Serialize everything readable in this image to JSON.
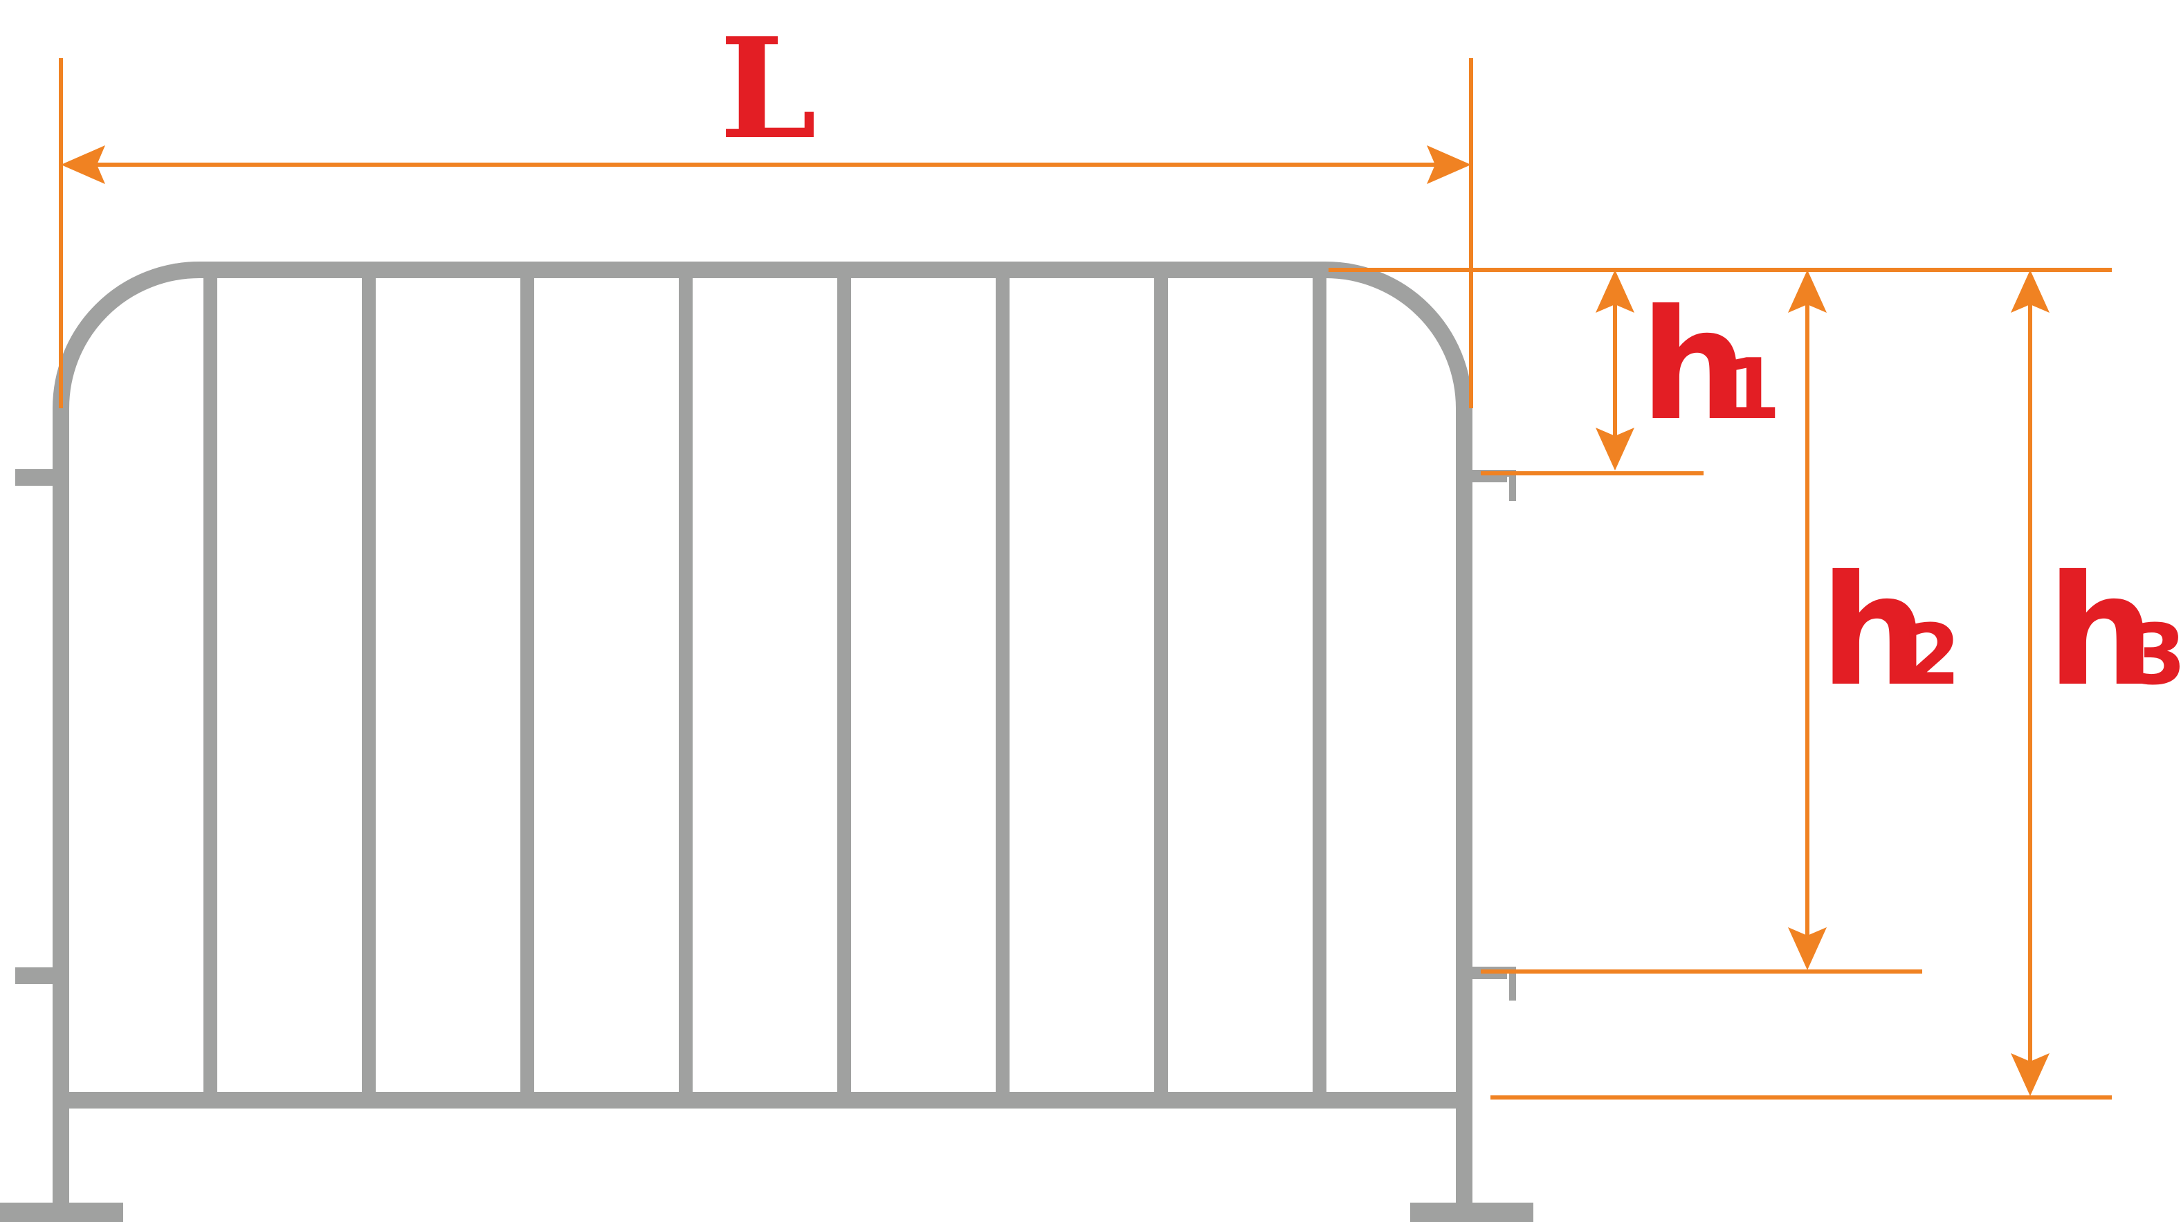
{
  "diagram": {
    "labels": {
      "length": "L",
      "h1_main": "h",
      "h1_sub": "1",
      "h2_main": "h",
      "h2_sub": "2",
      "h3_main": "h",
      "h3_sub": "3"
    },
    "colors": {
      "frame": "#a0a1a0",
      "dimension": "#f08222",
      "label": "#e31e24"
    },
    "fence": {
      "vertical_bars": 8
    }
  }
}
